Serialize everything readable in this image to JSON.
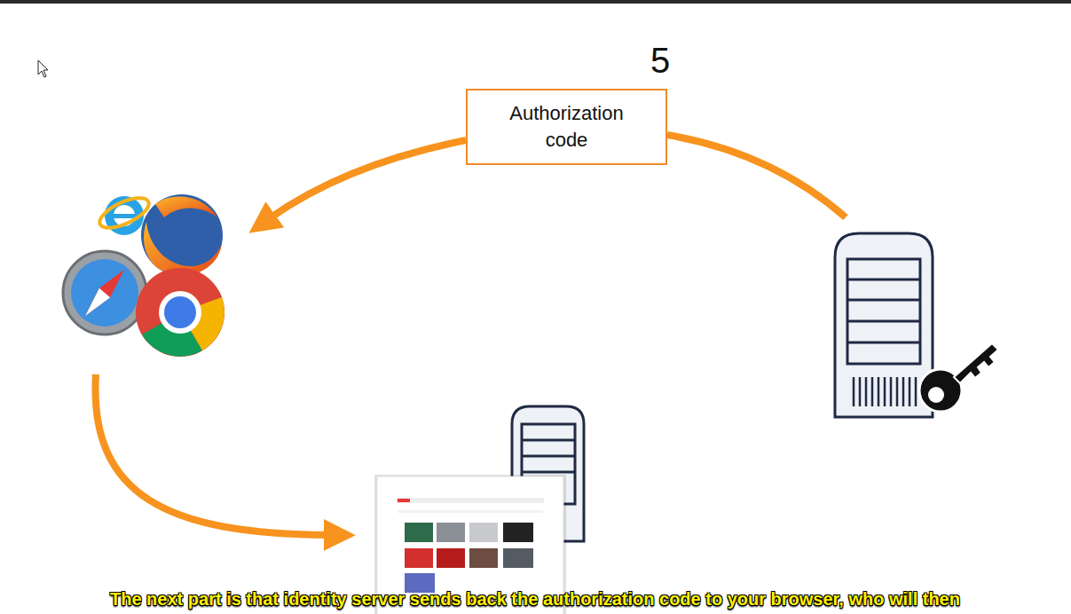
{
  "diagram": {
    "nodes": [
      {
        "text": [
          "Authorization code"
        ]
      }
    ],
    "labels": [
      "5",
      "The next part is that identity server sends back the authorization code to your browser, who will then"
    ]
  }
}
